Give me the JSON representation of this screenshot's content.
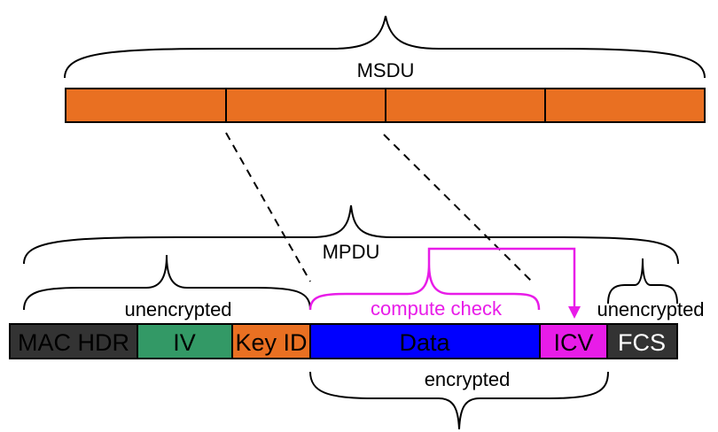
{
  "msdu": {
    "label": "MSDU",
    "segment_count": 4
  },
  "mpdu": {
    "label": "MPDU",
    "fields": [
      {
        "name": "mac_hdr",
        "label": "MAC HDR",
        "color": "#333333",
        "text_color": "#000000"
      },
      {
        "name": "iv",
        "label": "IV",
        "color": "#339966",
        "text_color": "#000000"
      },
      {
        "name": "key_id",
        "label": "Key ID",
        "color": "#e97022",
        "text_color": "#000000"
      },
      {
        "name": "data",
        "label": "Data",
        "color": "#0000ff",
        "text_color": "#000000"
      },
      {
        "name": "icv",
        "label": "ICV",
        "color": "#e81ce8",
        "text_color": "#000000"
      },
      {
        "name": "fcs",
        "label": "FCS",
        "color": "#333333",
        "text_color": "#ffffff"
      }
    ]
  },
  "annotations": {
    "unencrypted_left": "unencrypted",
    "compute_check": "compute check",
    "unencrypted_right": "unencrypted",
    "encrypted": "encrypted"
  },
  "colors": {
    "msdu_fill": "#e97022",
    "compute_check": "#e81ce8",
    "outline": "#000000"
  }
}
